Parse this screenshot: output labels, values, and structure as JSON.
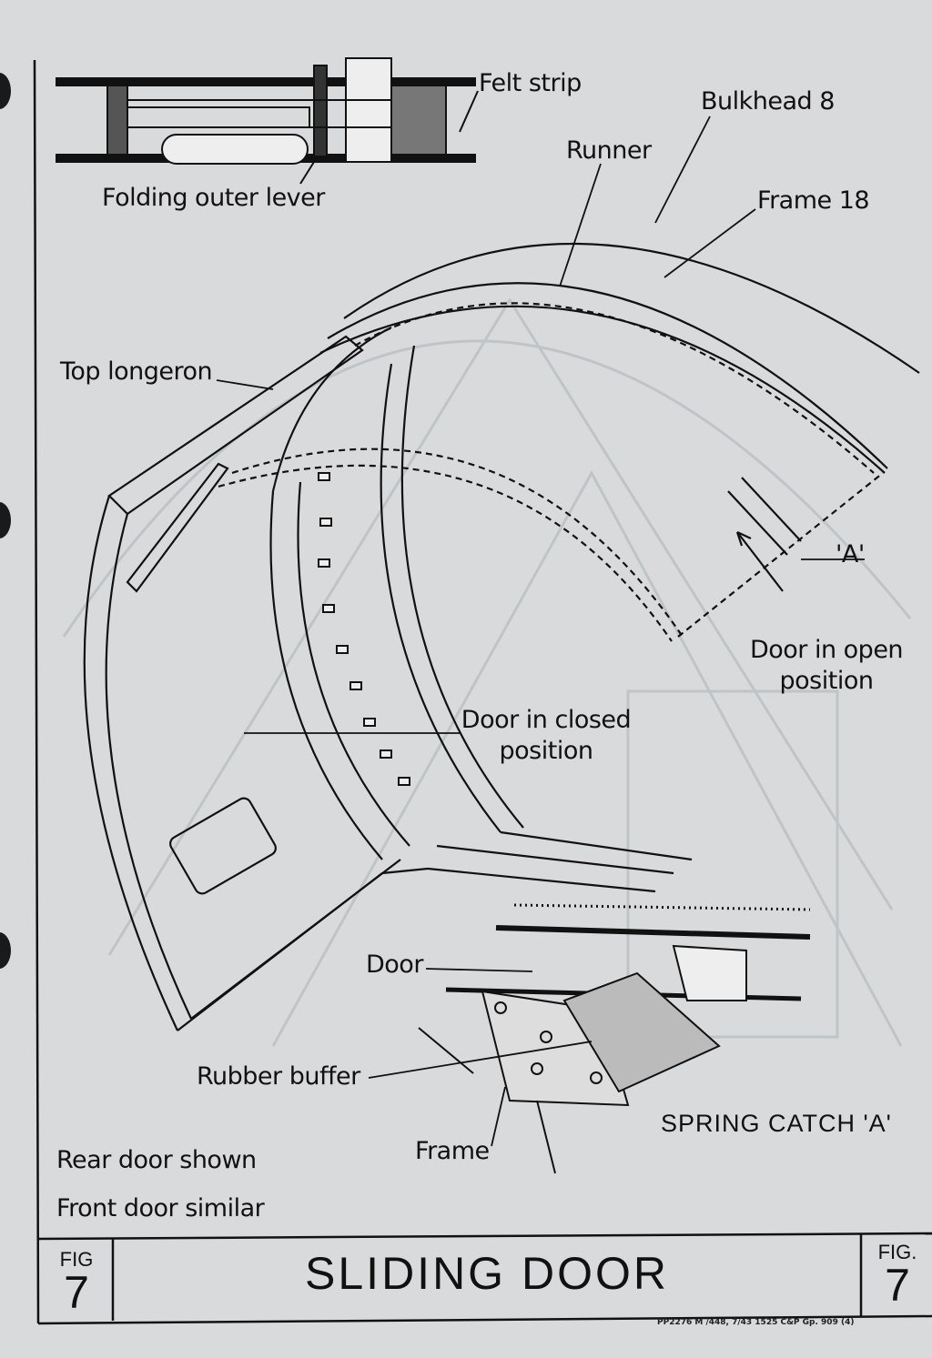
{
  "labels": {
    "felt_strip": "Felt strip",
    "bulkhead": "Bulkhead 8",
    "runner": "Runner",
    "frame18": "Frame 18",
    "folding_lever": "Folding outer lever",
    "top_longeron": "Top longeron",
    "catch_a": "'A'",
    "door_open_1": "Door in open",
    "door_open_2": "position",
    "door_closed_1": "Door in closed",
    "door_closed_2": "position",
    "door": "Door",
    "rubber_buffer": "Rubber buffer",
    "frame": "Frame",
    "spring_catch": "SPRING CATCH 'A'",
    "rear_note": "Rear door shown",
    "front_note": "Front door similar"
  },
  "title": "SLIDING DOOR",
  "fig_left": {
    "label": "FIG",
    "number": "7"
  },
  "fig_right": {
    "label": "FIG.",
    "number": "7"
  },
  "footer": "PP2276 M /448, 7/43 1525 C&P Gp. 909 (4)",
  "colors": {
    "paper": "#d9dadb",
    "ink": "#111111"
  }
}
